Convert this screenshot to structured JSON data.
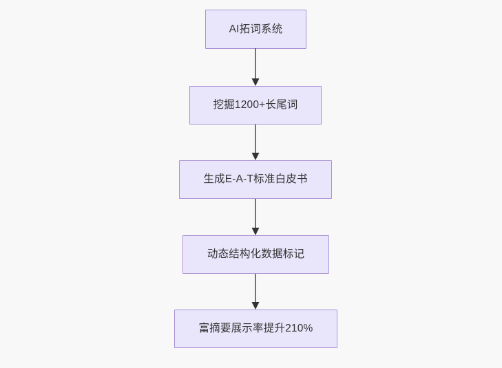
{
  "diagram": {
    "type": "flowchart",
    "orientation": "top-to-bottom",
    "background_color": "#f8f8f8",
    "node_fill_color": "#e9e6fb",
    "node_border_color": "#a991d4",
    "node_text_color": "#333333",
    "edge_color": "#666666",
    "arrowhead_color": "#333333",
    "nodes": [
      {
        "id": "n1",
        "label": "AI拓词系统"
      },
      {
        "id": "n2",
        "label": "挖掘1200+长尾词"
      },
      {
        "id": "n3",
        "label": "生成E-A-T标准白皮书"
      },
      {
        "id": "n4",
        "label": "动态结构化数据标记"
      },
      {
        "id": "n5",
        "label": "富摘要展示率提升210%"
      }
    ],
    "edges": [
      {
        "id": "e1",
        "from": "n1",
        "to": "n2",
        "label": ""
      },
      {
        "id": "e2",
        "from": "n2",
        "to": "n3",
        "label": ""
      },
      {
        "id": "e3",
        "from": "n3",
        "to": "n4",
        "label": ""
      },
      {
        "id": "e4",
        "from": "n4",
        "to": "n5",
        "label": ""
      }
    ]
  }
}
